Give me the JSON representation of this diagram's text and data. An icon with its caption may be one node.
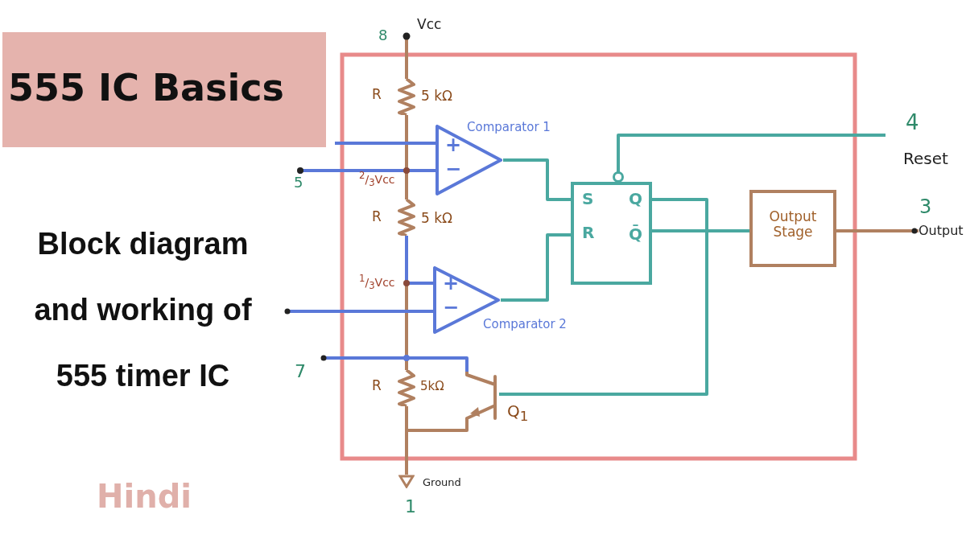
{
  "diagram": {
    "title": "555 IC Basics",
    "nodes": [
      {
        "text": [
          "+",
          "−"
        ],
        "beside": [
          "Comparator 1"
        ]
      },
      {
        "text": [
          "+",
          "−"
        ],
        "beside": [
          "Comparator 2"
        ]
      },
      {
        "text": [
          "S",
          "R",
          "Q",
          "Q̄"
        ]
      },
      {
        "text": [
          "Output Stage"
        ]
      },
      {
        "text": [],
        "shape": "transistor",
        "beside": [
          "Q$_{1}$"
        ]
      },
      {
        "text": [],
        "shape": "resistor",
        "beside": [
          "R",
          "5 kΩ"
        ]
      },
      {
        "text": [],
        "shape": "resistor",
        "beside": [
          "R",
          "5 kΩ"
        ]
      },
      {
        "text": [],
        "shape": "resistor",
        "beside": [
          "R",
          "5kΩ"
        ]
      },
      {
        "text": [],
        "shape": "ground",
        "beside": [
          "Ground"
        ]
      },
      {
        "text": [
          "Output"
        ]
      },
      {
        "text": [
          "Vcc"
        ]
      },
      {
        "text": [
          "5"
        ]
      }
    ],
    "edges": [
      {
        "from": 0,
        "to": 2,
        "arrow": "none",
        "color": "#4aa8a0"
      },
      {
        "from": 1,
        "to": 2,
        "arrow": "none",
        "color": "#4aa8a0"
      },
      {
        "from": 2,
        "to": 3,
        "arrow": "none",
        "color": "#4aa8a0"
      },
      {
        "from": 2,
        "to": 4,
        "arrow": "none",
        "color": "#4aa8a0"
      },
      {
        "from": null,
        "to": 2,
        "arrow": "other",
        "color": "#4aa8a0"
      },
      {
        "from": 3,
        "to": 9,
        "arrow": "none",
        "color": "#b08060"
      },
      {
        "from": 10,
        "to": 5,
        "arrow": "none",
        "color": "#b08060"
      },
      {
        "from": 5,
        "to": 6,
        "arrow": "none",
        "color": "#b08060"
      },
      {
        "from": 6,
        "to": 7,
        "arrow": "none",
        "color": "#b08060"
      },
      {
        "from": 7,
        "to": 8,
        "arrow": "none",
        "color": "#b08060"
      },
      {
        "from": null,
        "to": 0,
        "arrow": "none",
        "color": "#5a78d8"
      },
      {
        "from": 11,
        "to": 0,
        "arrow": "none",
        "color": "#5a78d8"
      },
      {
        "from": 6,
        "to": 1,
        "arrow": "none",
        "color": "#5a78d8"
      },
      {
        "from": null,
        "to": 1,
        "arrow": "none",
        "color": "#5a78d8"
      },
      {
        "from": null,
        "to": 4,
        "arrow": "none",
        "color": "#5a78d8"
      },
      {
        "from": 4,
        "to": 8,
        "arrow": "none",
        "color": "#b08060"
      }
    ],
    "labels": [
      "8",
      "Block diagram and working of 555 timer IC",
      "4",
      "Reset",
      "$^{2}$/$_{3}$Vcc",
      "3",
      "$^{1}$/$_{3}$Vcc",
      "7",
      "1",
      "Hindi"
    ]
  }
}
